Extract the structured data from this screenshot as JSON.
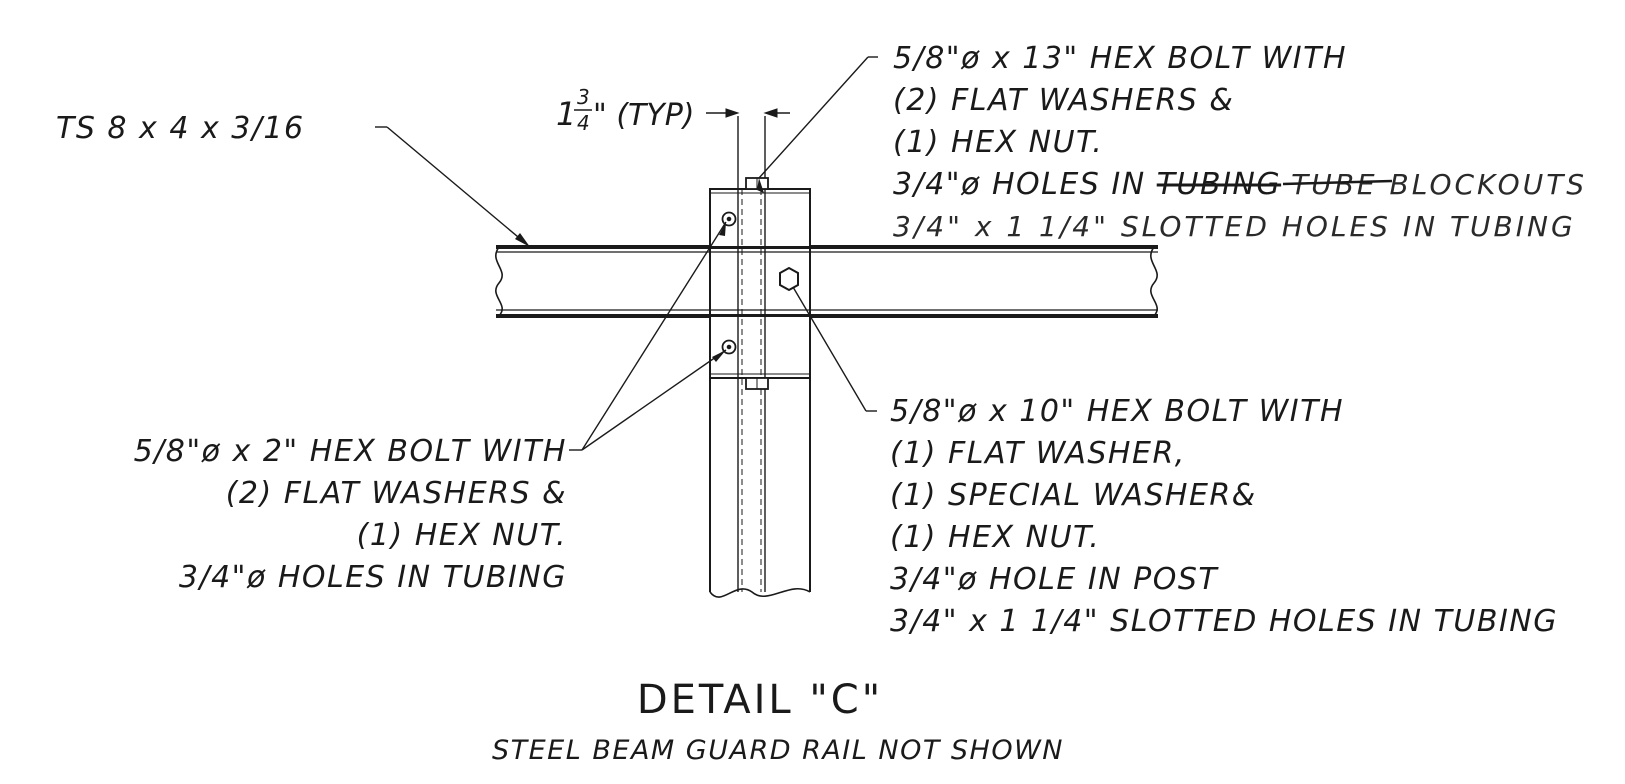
{
  "tubing_label": "TS 8 x 4 x 3/16",
  "typ_dimension": {
    "whole": "1",
    "numerator": "3",
    "denominator": "4",
    "suffix": "\" (TYP)"
  },
  "top_bolt_note": {
    "lines": [
      "5/8\"ø x 13\" HEX BOLT WITH",
      "(2) FLAT WASHERS &",
      "(1) HEX NUT."
    ],
    "holes_prefix": "3/4\"ø HOLES IN ",
    "struck_text": "TUBING",
    "handwritten_replacement": "TUBE BLOCKOUTS",
    "handwritten_added_line": "3/4\" x 1 1/4\" SLOTTED HOLES IN TUBING"
  },
  "left_bolt_note": {
    "lines": [
      "5/8\"ø x 2\" HEX BOLT WITH",
      "(2) FLAT WASHERS &",
      "(1) HEX NUT.",
      "3/4\"ø HOLES IN TUBING"
    ]
  },
  "right_bolt_note": {
    "lines": [
      "5/8\"ø x 10\" HEX BOLT WITH",
      "(1) FLAT WASHER,",
      "(1) SPECIAL WASHER&",
      "(1) HEX NUT.",
      "3/4\"ø HOLE IN POST",
      "3/4\" x 1 1/4\" SLOTTED HOLES IN TUBING"
    ]
  },
  "detail_title": "DETAIL \"C\"",
  "detail_subtitle": "STEEL BEAM GUARD RAIL NOT SHOWN",
  "colors": {
    "ink": "#1a1a1a",
    "pencil": "#2a2a2a",
    "paper": "#ffffff"
  }
}
